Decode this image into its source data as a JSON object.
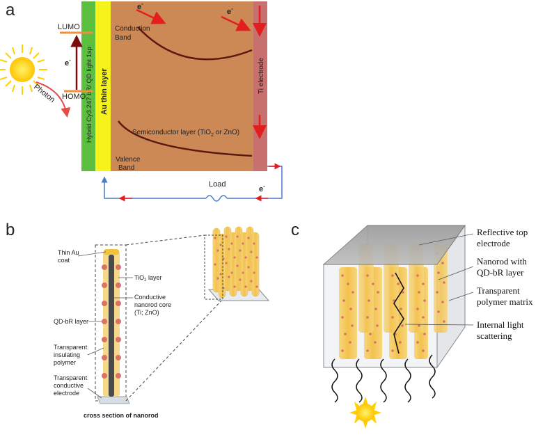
{
  "panels": {
    "a": {
      "letter": "a",
      "lumo": "LUMO",
      "homo": "HOMO",
      "photon": "Photon",
      "electron": "e",
      "minus": "-",
      "green_layer": "Hybrid Cy3.247 bR/ QD light 1sp",
      "au_layer": "Au thin layer",
      "ti_electrode": "Ti electrode",
      "conduction_band_1": "Conduction",
      "conduction_band_2": "Band",
      "semiconductor": "Semiconductor layer (TiO",
      "semiconductor_sub": "2",
      "semiconductor_end": " or ZnO)",
      "valence_1": "Valence",
      "valence_2": "Band",
      "load": "Load"
    },
    "b": {
      "letter": "b",
      "thin_au_1": "Thin Au",
      "thin_au_2": "coat",
      "tio2_1": "TiO",
      "tio2_sub": "2",
      "tio2_2": " layer",
      "conductive_1": "Conductive",
      "conductive_2": "nanorod core",
      "conductive_3": "(Ti; ZnO)",
      "qdbr": "QD-bR layer",
      "trans_ins_1": "Transparent",
      "trans_ins_2": "insulating",
      "trans_ins_3": "polymer",
      "trans_cond_1": "Transparent",
      "trans_cond_2": "conductive",
      "trans_cond_3": "electrode",
      "caption": "cross section of nanorod"
    },
    "c": {
      "letter": "c",
      "reflective_1": "Reflective top",
      "reflective_2": "electrode",
      "nanorod_1": "Nanorod with",
      "nanorod_2": "QD-bR layer",
      "matrix_1": "Transparent",
      "matrix_2": "polymer matrix",
      "scatter_1": "Internal light",
      "scatter_2": "scattering"
    }
  },
  "colors": {
    "green": "#5cbf3f",
    "yellow": "#f6f21c",
    "brown": "#cc8855",
    "electrode": "#c8706e",
    "band_curve": "#5a1a10",
    "arrow_red": "#e31e1e",
    "circuit_blue": "#4a7ac8",
    "rod_yellow": "#f5cf6a",
    "dot": "#d9736a",
    "sun": "#ffd000"
  }
}
